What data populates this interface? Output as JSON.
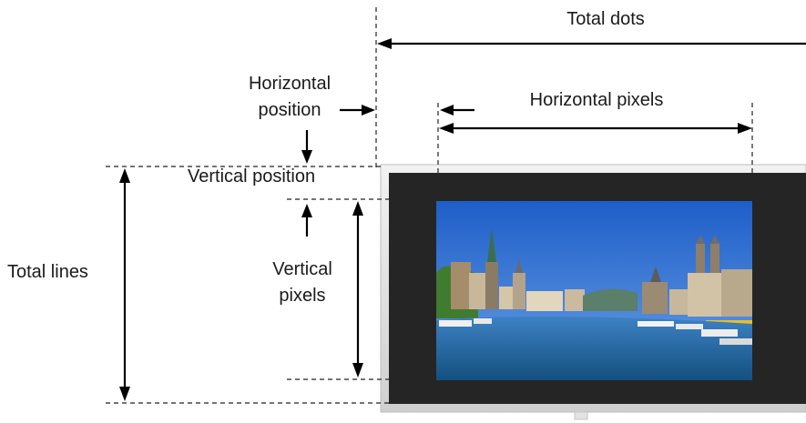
{
  "labels": {
    "total_dots": "Total dots",
    "horizontal_position_line1": "Horizontal",
    "horizontal_position_line2": "position",
    "horizontal_pixels": "Horizontal pixels",
    "vertical_position": "Vertical position",
    "total_lines": "Total lines",
    "vertical_pixels_line1": "Vertical",
    "vertical_pixels_line2": "pixels"
  },
  "image": {
    "subject": "Zurich river cityscape with church spires and boats",
    "colors": {
      "sky": "#2f6fd0",
      "water": "#1f5f9e",
      "screen_border": "#252525",
      "screen_bezel": "#d9d9d9"
    }
  }
}
